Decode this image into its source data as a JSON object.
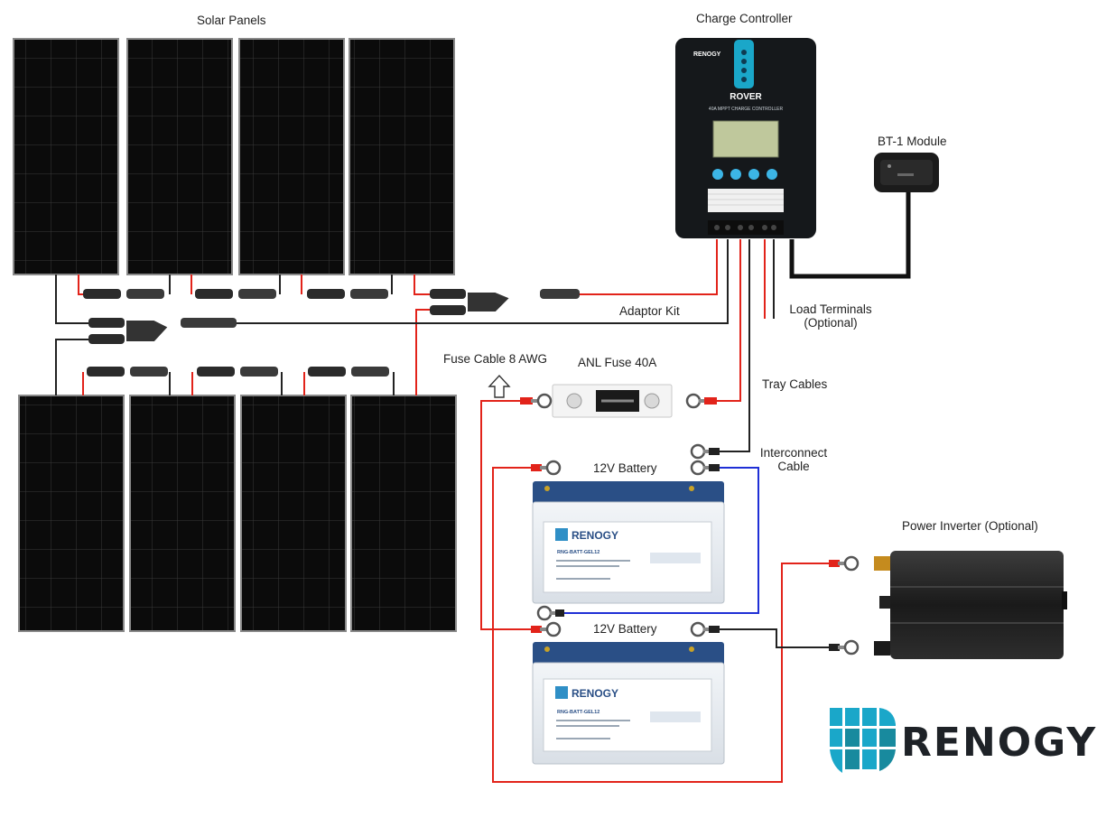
{
  "labels": {
    "solar_panels": "Solar Panels",
    "charge_controller": "Charge Controller",
    "bt1_module": "BT-1 Module",
    "adaptor_kit": "Adaptor Kit",
    "load_terminals_line1": "Load Terminals",
    "load_terminals_line2": "(Optional)",
    "fuse_cable": "Fuse Cable 8 AWG",
    "anl_fuse": "ANL Fuse 40A",
    "tray_cables": "Tray Cables",
    "interconnect_line1": "Interconnect",
    "interconnect_line2": "Cable",
    "battery_top": "12V Battery",
    "battery_bottom": "12V Battery",
    "power_inverter": "Power Inverter (Optional)"
  },
  "controller": {
    "brand": "RENOGY",
    "model": "ROVER",
    "subtitle": "40A MPPT CHARGE CONTROLLER"
  },
  "battery": {
    "brand": "RENOGY",
    "model": "RNG-BATT-GEL12"
  },
  "logo": {
    "text": "RENOGY"
  },
  "colors": {
    "positive_wire": "#e2231a",
    "negative_wire": "#222222",
    "interconnect_wire": "#1f2fd6",
    "logo_teal": "#1aa7c9",
    "logo_dark": "#1e2227"
  }
}
